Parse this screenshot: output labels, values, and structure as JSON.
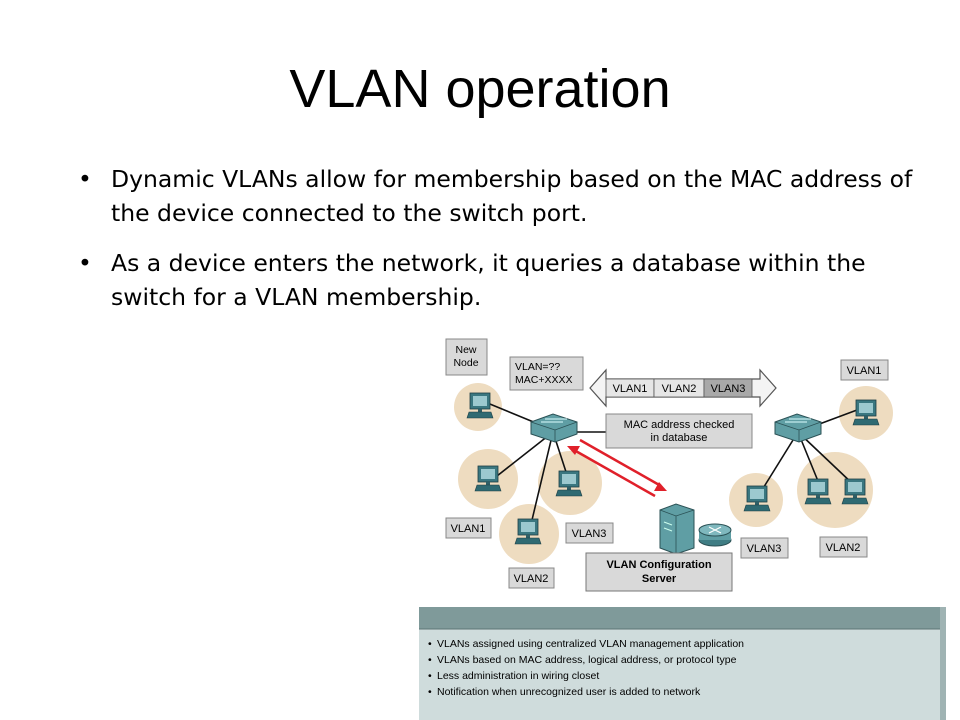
{
  "slide": {
    "title": "VLAN operation",
    "bullets": [
      "Dynamic VLANs allow for membership based on the MAC address of the device connected to the switch port.",
      "As a device enters the network, it queries a database within the switch for a VLAN membership."
    ]
  },
  "diagram": {
    "new_node_label": "New\nNode",
    "query_label": "VLAN=??\nMAC+XXXX",
    "vlan_tabs": [
      "VLAN1",
      "VLAN2",
      "VLAN3"
    ],
    "mac_check_label": "MAC address checked\nin database",
    "server_label": "VLAN Configuration\nServer",
    "left_labels": {
      "vlan1": "VLAN1",
      "vlan2": "VLAN2",
      "vlan3": "VLAN3"
    },
    "right_labels": {
      "vlan1": "VLAN1",
      "vlan3": "VLAN3",
      "vlan2": "VLAN2"
    },
    "colors": {
      "halo": "#eedcc0",
      "switch": "#5f9ea4",
      "arrow": "#e0202a",
      "panel": "#cfdcdc",
      "panel_header": "#7f9a9a"
    }
  },
  "info": {
    "items": [
      "VLANs assigned using centralized VLAN management application",
      "VLANs based on MAC address, logical address, or protocol type",
      "Less administration in wiring closet",
      "Notification when unrecognized user is added to network"
    ]
  }
}
